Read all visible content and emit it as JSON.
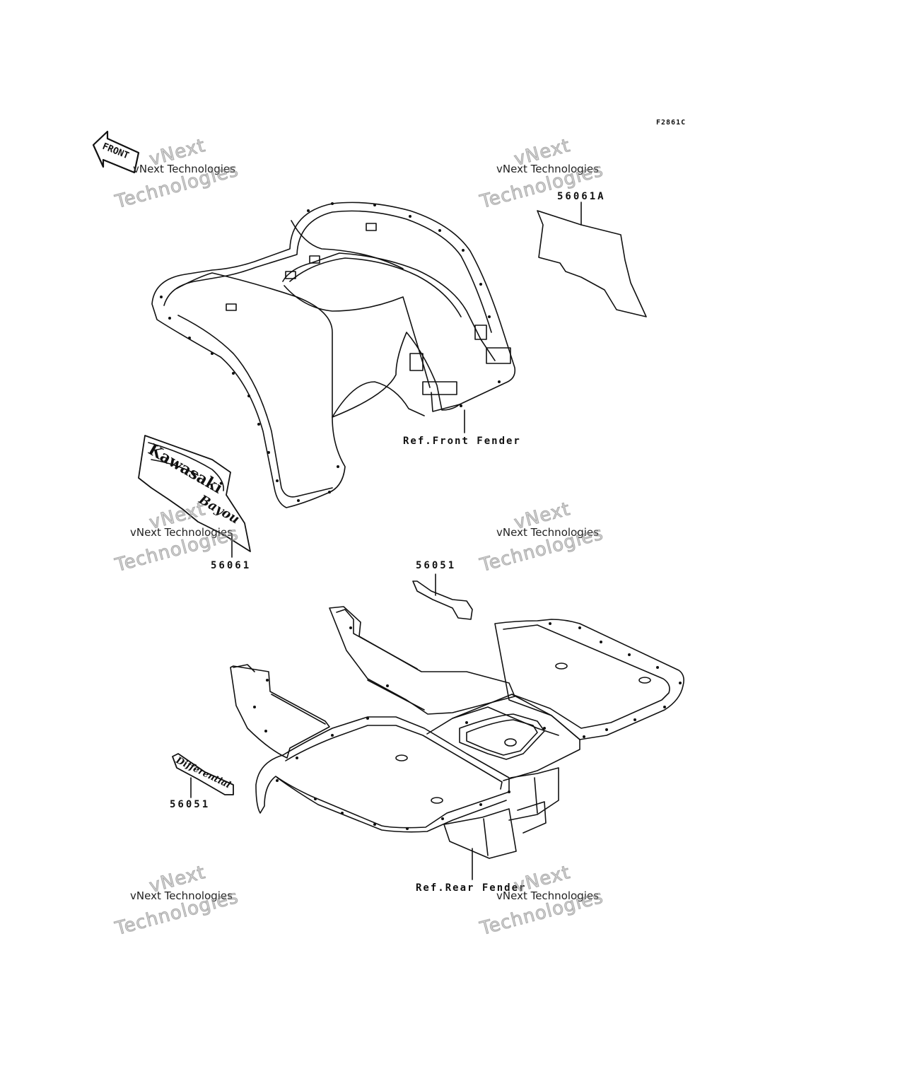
{
  "figure_code": "F2861C",
  "direction_arrow": {
    "label": "FRONT"
  },
  "parts": [
    {
      "id": "part-56061a",
      "code": "56061A"
    },
    {
      "id": "part-56061",
      "code": "56061"
    },
    {
      "id": "part-56051-top",
      "code": "56051"
    },
    {
      "id": "part-56051-bottom",
      "code": "56051"
    }
  ],
  "references": {
    "front_fender": "Ref.Front Fender",
    "rear_fender": "Ref.Rear Fender"
  },
  "decals": {
    "kawasaki": "Kawasaki",
    "bayou": "Bayou",
    "differential": "Differential"
  },
  "watermark": {
    "line_small": "vNext Technologies",
    "line_top": "vNext",
    "line_big": "Technologies"
  },
  "colors": {
    "line": "#111111",
    "background": "#ffffff"
  }
}
